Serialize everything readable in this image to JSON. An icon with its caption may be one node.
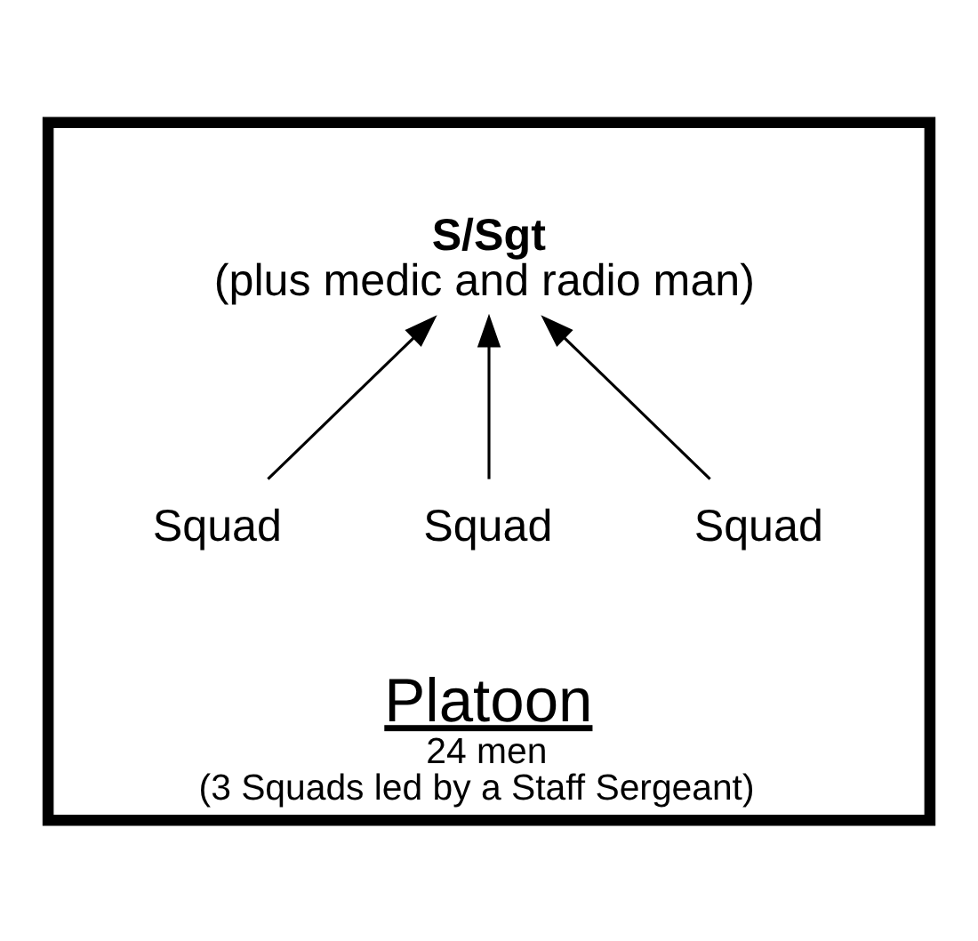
{
  "diagram": {
    "nodes": [
      {
        "text": [
          "Platoon",
          "24 men",
          "(3 Squads led by a Staff Sergeant)"
        ]
      },
      {
        "text": [
          "S/Sgt",
          "(plus medic and radio man)"
        ],
        "in": 0
      },
      {
        "text": [
          "Squad"
        ],
        "in": 0
      },
      {
        "text": [
          "Squad"
        ],
        "in": 0
      },
      {
        "text": [
          "Squad"
        ],
        "in": 0
      }
    ],
    "edges": [
      {
        "from": 2,
        "to": 1,
        "arrow": "to"
      },
      {
        "from": 3,
        "to": 1,
        "arrow": "to"
      },
      {
        "from": 4,
        "to": 1,
        "arrow": "to"
      }
    ]
  }
}
